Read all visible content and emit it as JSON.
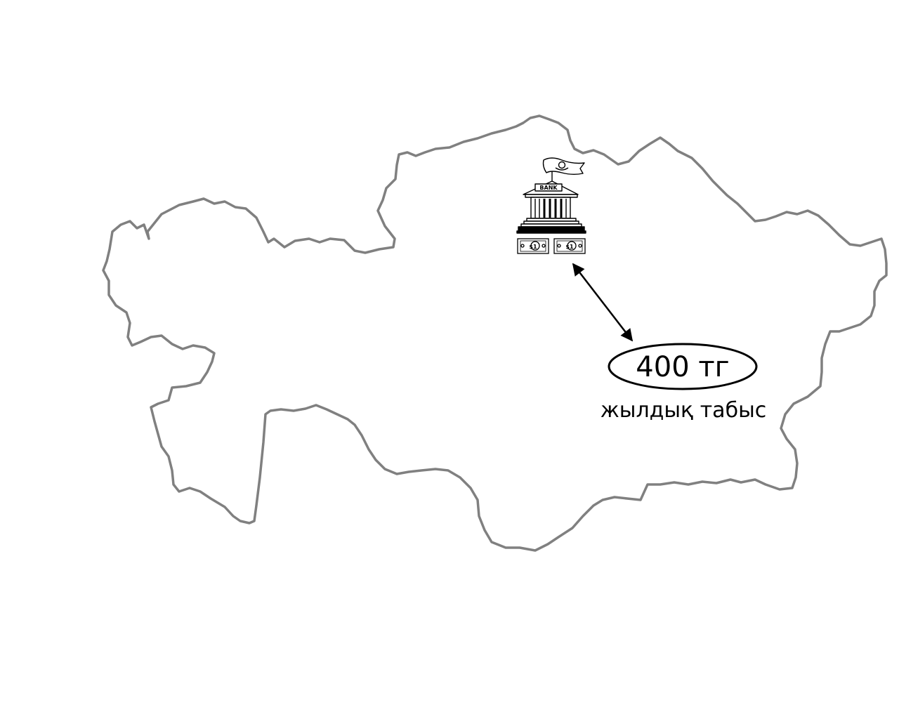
{
  "map": {
    "outline_color": "#808080"
  },
  "bank": {
    "icon": "bank-building-icon",
    "sign_text": "BANK",
    "bill_symbol": "$1"
  },
  "income": {
    "amount": "400 тг",
    "caption": "жылдық табыс"
  },
  "colors": {
    "ink": "#000000",
    "background": "#ffffff"
  }
}
